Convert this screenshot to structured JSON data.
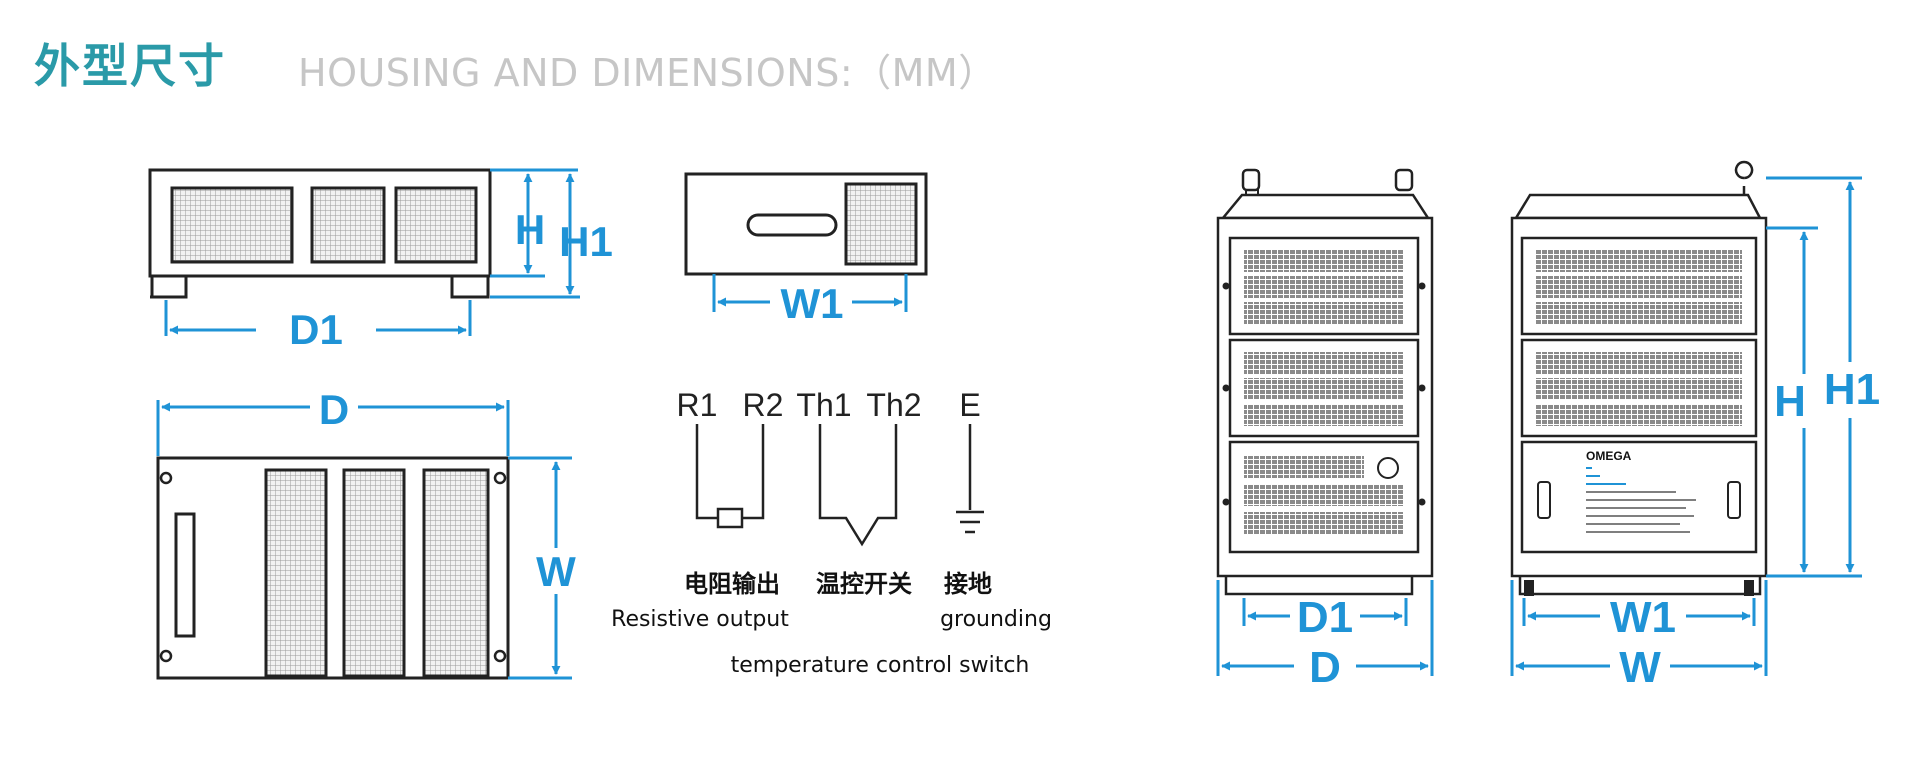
{
  "header": {
    "title_cn": "外型尺寸",
    "title_en": "HOUSING AND DIMENSIONS:（MM）"
  },
  "dimensions": {
    "h": "H",
    "h1": "H1",
    "d": "D",
    "d1": "D1",
    "w": "W",
    "w1": "W1"
  },
  "terminals": {
    "r1": "R1",
    "r2": "R2",
    "th1": "Th1",
    "th2": "Th2",
    "e": "E"
  },
  "captions": {
    "resistive_cn": "电阻输出",
    "resistive_en": "Resistive output",
    "temp_cn": "温控开关",
    "temp_en": "temperature control switch",
    "ground_cn": "接地",
    "ground_en": "grounding"
  },
  "cabinet_brand": "OMEGA",
  "colors": {
    "accent": "#1f93d6",
    "title": "#2a9aa8",
    "subtitle": "#c6c6c6",
    "line": "#222222"
  }
}
